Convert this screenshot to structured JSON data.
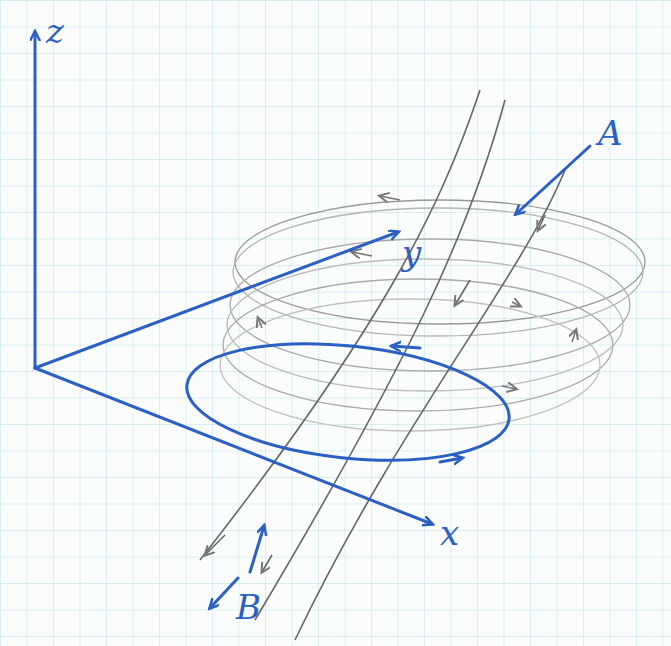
{
  "diagram": {
    "labels": [
      "z",
      "y",
      "x",
      "A",
      "B"
    ]
  }
}
